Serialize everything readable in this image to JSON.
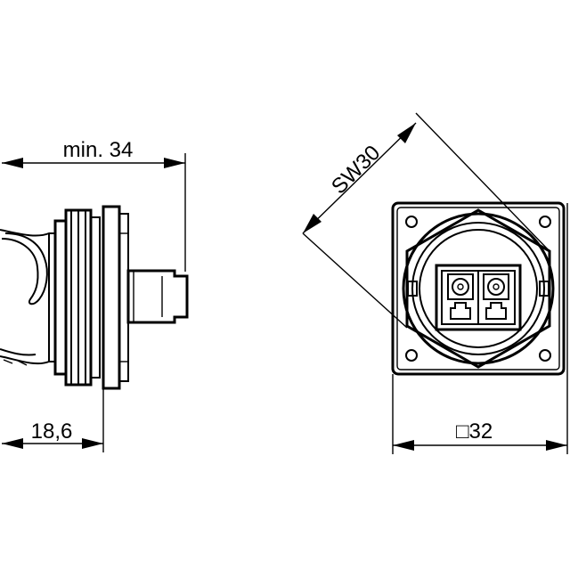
{
  "dimensions": {
    "min_length": "min. 34",
    "flange_offset": "18,6",
    "wrench_size": "SW30",
    "flange_square_symbol": "□",
    "flange_square": "32"
  },
  "colors": {
    "line": "#000000",
    "background": "#ffffff"
  }
}
